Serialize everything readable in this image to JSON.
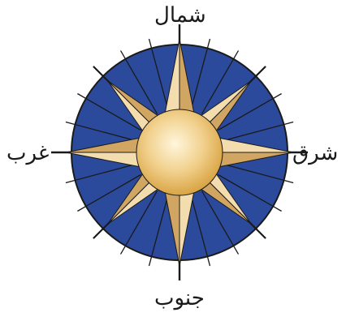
{
  "labels": {
    "north": "شمال",
    "south": "جنوب",
    "west": "غرب",
    "east": "شرق"
  },
  "colors": {
    "dial": "#2b4a9c",
    "dial_rim": "#1a1a1a",
    "star_light": "#f3dcae",
    "star_dark": "#d1a562",
    "sun_center": "#fff6dc",
    "sun_edge": "#d9a444",
    "tick": "#1a1a1a"
  }
}
